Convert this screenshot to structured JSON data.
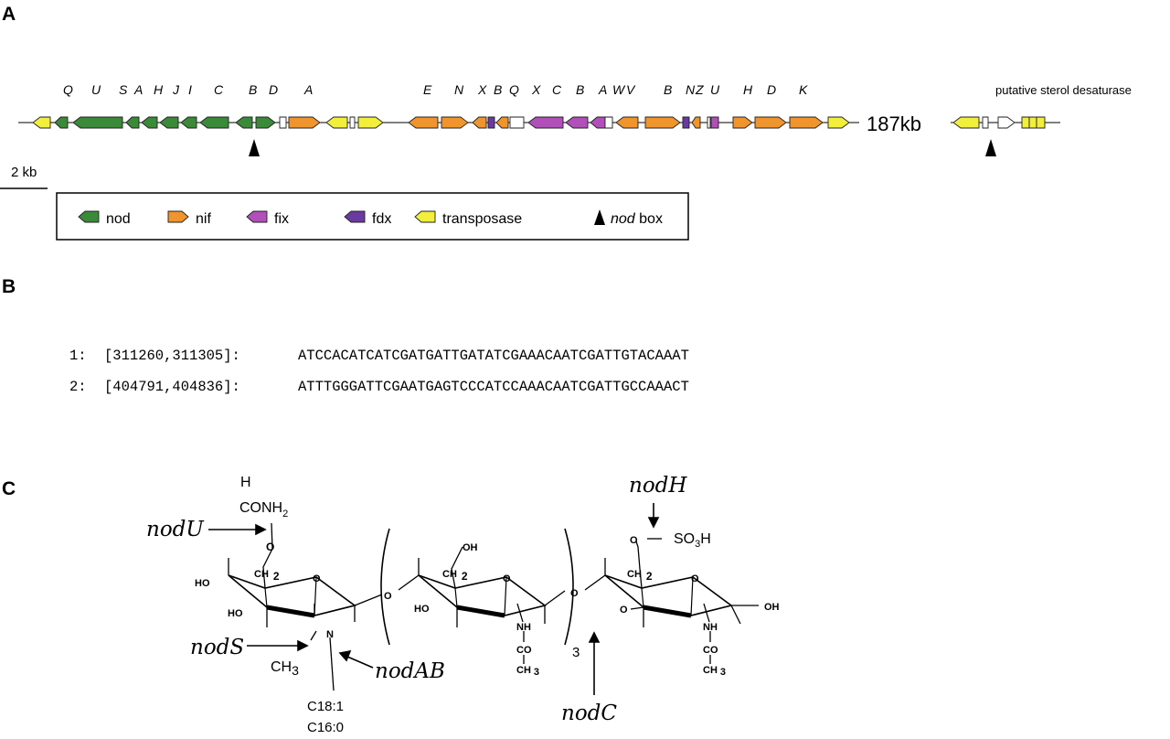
{
  "panels": {
    "a": "A",
    "b": "B",
    "c": "C"
  },
  "panel_a": {
    "gene_letters": [
      "Q",
      "U",
      "S",
      "A",
      "H",
      "J",
      "I",
      "C",
      "B",
      "D",
      "A",
      "E",
      "N",
      "X",
      "B",
      "Q",
      "X",
      "C",
      "B",
      "A",
      "W",
      "V",
      "B",
      "N",
      "Z",
      "U",
      "H",
      "D",
      "K"
    ],
    "gap_label": "187kb",
    "putative_label": "putative sterol desaturase",
    "scale_label": "2 kb",
    "legend": [
      {
        "label": "nod",
        "color": "#3a8a3a",
        "kind": "arrow-left"
      },
      {
        "label": "nif",
        "color": "#f0952e",
        "kind": "arrow-right"
      },
      {
        "label": "fix",
        "color": "#b050b8",
        "kind": "arrow-left"
      },
      {
        "label": "fdx",
        "color": "#6a3aa0",
        "kind": "arrow-left"
      },
      {
        "label": "transposase",
        "color": "#f2ee3c",
        "kind": "arrow-left"
      },
      {
        "label": "nod",
        "label_suffix": " box",
        "color": "#000000",
        "kind": "triangle"
      }
    ]
  },
  "panel_b": {
    "rows": [
      {
        "id": "1:",
        "range": "[311260,311305]:",
        "seq": "ATCCACATCATCGATGATTGATATCGAAACAATCGATTGTACAAAT"
      },
      {
        "id": "2:",
        "range": "[404791,404836]:",
        "seq": "ATTTGGGATTCGAATGAGTCCCATCCAAACAATCGATTGCCAAACT"
      }
    ]
  },
  "panel_c": {
    "gene_labels": {
      "nodU": "nodU",
      "nodS": "nodS",
      "nodAB": "nodAB",
      "nodH": "nodH",
      "nodC": "nodC"
    },
    "chem": {
      "h": "H",
      "conh2": "CONH",
      "sub2": "2",
      "ch3": "CH",
      "sub3": "3",
      "n": "N",
      "c181": "C18:1",
      "c160": "C16:0",
      "so3h": "SO",
      "h_end": "H",
      "oh": "OH",
      "ho": "HO",
      "o": "O",
      "nh": "NH",
      "co": "CO",
      "ch2": "CH",
      "repeat": "3"
    }
  }
}
